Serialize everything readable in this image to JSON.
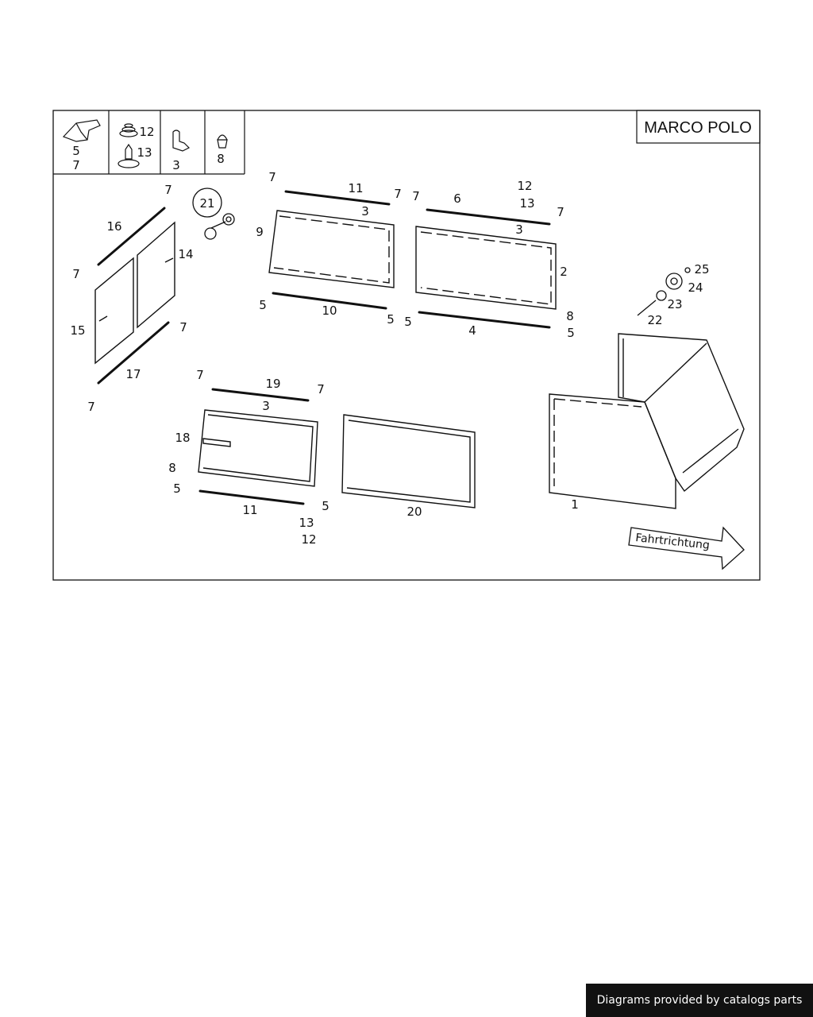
{
  "brand": "MARCO POLO",
  "direction_label": "Fahrtrichtung",
  "footer": "Diagrams provided by catalogs parts",
  "legend": [
    {
      "id": "legend-5-7",
      "labels": [
        "5",
        "7"
      ]
    },
    {
      "id": "legend-12-13",
      "labels": [
        "12",
        "13"
      ]
    },
    {
      "id": "legend-3",
      "labels": [
        "3"
      ]
    },
    {
      "id": "legend-8",
      "labels": [
        "8"
      ]
    }
  ],
  "callouts": [
    {
      "id": "21",
      "label": "21"
    },
    {
      "id": "16",
      "label": "16"
    },
    {
      "id": "14",
      "label": "14"
    },
    {
      "id": "15",
      "label": "15"
    },
    {
      "id": "17",
      "label": "17"
    },
    {
      "id": "7a",
      "label": "7"
    },
    {
      "id": "7b",
      "label": "7"
    },
    {
      "id": "7c",
      "label": "7"
    },
    {
      "id": "7d",
      "label": "7"
    },
    {
      "id": "7e",
      "label": "7"
    },
    {
      "id": "7f",
      "label": "7"
    },
    {
      "id": "7g",
      "label": "7"
    },
    {
      "id": "7h",
      "label": "7"
    },
    {
      "id": "7i",
      "label": "7"
    },
    {
      "id": "7j",
      "label": "7"
    },
    {
      "id": "9",
      "label": "9"
    },
    {
      "id": "11a",
      "label": "11"
    },
    {
      "id": "3a",
      "label": "3"
    },
    {
      "id": "10",
      "label": "10"
    },
    {
      "id": "5a",
      "label": "5"
    },
    {
      "id": "5b",
      "label": "5"
    },
    {
      "id": "5c",
      "label": "5"
    },
    {
      "id": "5d",
      "label": "5"
    },
    {
      "id": "5e",
      "label": "5"
    },
    {
      "id": "5f",
      "label": "5"
    },
    {
      "id": "6",
      "label": "6"
    },
    {
      "id": "12a",
      "label": "12"
    },
    {
      "id": "13a",
      "label": "13"
    },
    {
      "id": "3b",
      "label": "3"
    },
    {
      "id": "2",
      "label": "2"
    },
    {
      "id": "4",
      "label": "4"
    },
    {
      "id": "8a",
      "label": "8"
    },
    {
      "id": "25",
      "label": "25"
    },
    {
      "id": "24",
      "label": "24"
    },
    {
      "id": "23",
      "label": "23"
    },
    {
      "id": "22",
      "label": "22"
    },
    {
      "id": "19",
      "label": "19"
    },
    {
      "id": "3c",
      "label": "3"
    },
    {
      "id": "18",
      "label": "18"
    },
    {
      "id": "8b",
      "label": "8"
    },
    {
      "id": "11b",
      "label": "11"
    },
    {
      "id": "13b",
      "label": "13"
    },
    {
      "id": "12b",
      "label": "12"
    },
    {
      "id": "20",
      "label": "20"
    },
    {
      "id": "1",
      "label": "1"
    }
  ]
}
